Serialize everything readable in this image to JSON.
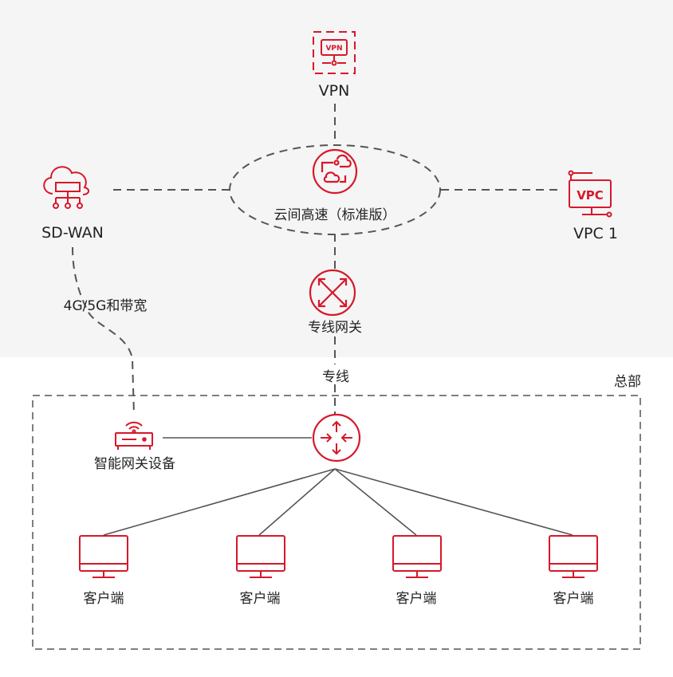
{
  "colors": {
    "accent": "#d7182a",
    "cloud_zone_bg": "#f5f5f5",
    "line": "#555555",
    "text": "#222222"
  },
  "nodes": {
    "vpn": {
      "label": "VPN",
      "icon": "vpn-icon",
      "icon_text": "VPN"
    },
    "cloud_connect": {
      "label": "云间高速（标准版）",
      "icon": "cloud-connect-icon"
    },
    "sdwan": {
      "label": "SD-WAN",
      "icon": "sdwan-cloud-icon"
    },
    "vpc": {
      "label": "VPC 1",
      "icon": "vpc-icon",
      "icon_text": "VPC"
    },
    "dc_gateway": {
      "label": "专线网关",
      "icon": "direct-connect-gateway-icon"
    },
    "router": {
      "icon": "router-icon"
    },
    "smart_gateway": {
      "label": "智能网关设备",
      "icon": "smart-gateway-device-icon"
    },
    "clients": [
      {
        "label": "客户端",
        "icon": "monitor-icon"
      },
      {
        "label": "客户端",
        "icon": "monitor-icon"
      },
      {
        "label": "客户端",
        "icon": "monitor-icon"
      },
      {
        "label": "客户端",
        "icon": "monitor-icon"
      }
    ]
  },
  "links": {
    "wireless": "4G/5G和带宽",
    "direct_line": "专线"
  },
  "headquarters": {
    "label": "总部"
  }
}
